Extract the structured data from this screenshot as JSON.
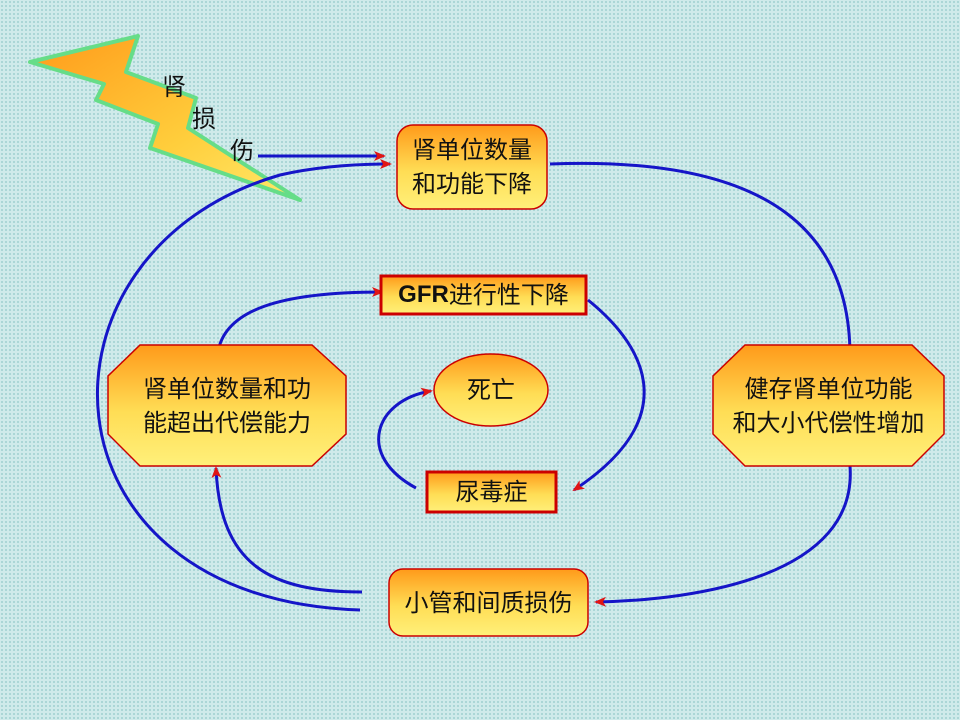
{
  "lightning": {
    "chars": [
      "肾",
      "损",
      "伤"
    ]
  },
  "nodes": {
    "top": {
      "line1": "肾单位数量",
      "line2": "和功能下降"
    },
    "right": {
      "line1": "健存肾单位功能",
      "line2": "和大小代偿性增加"
    },
    "bottom": {
      "text": "小管和间质损伤"
    },
    "left": {
      "line1": "肾单位数量和功",
      "line2": "能超出代偿能力"
    },
    "gfr": {
      "strong": "GFR",
      "rest": "进行性下降"
    },
    "death": {
      "text": "死亡"
    },
    "uremia": {
      "text": "尿毒症"
    }
  },
  "colors": {
    "arrow_line": "#1515c8",
    "arrow_head": "#e01515",
    "box_border": "#cc0000",
    "orange": "#ff9a1a",
    "yellow": "#ffe35a",
    "lightning_edge": "#66dd88"
  }
}
